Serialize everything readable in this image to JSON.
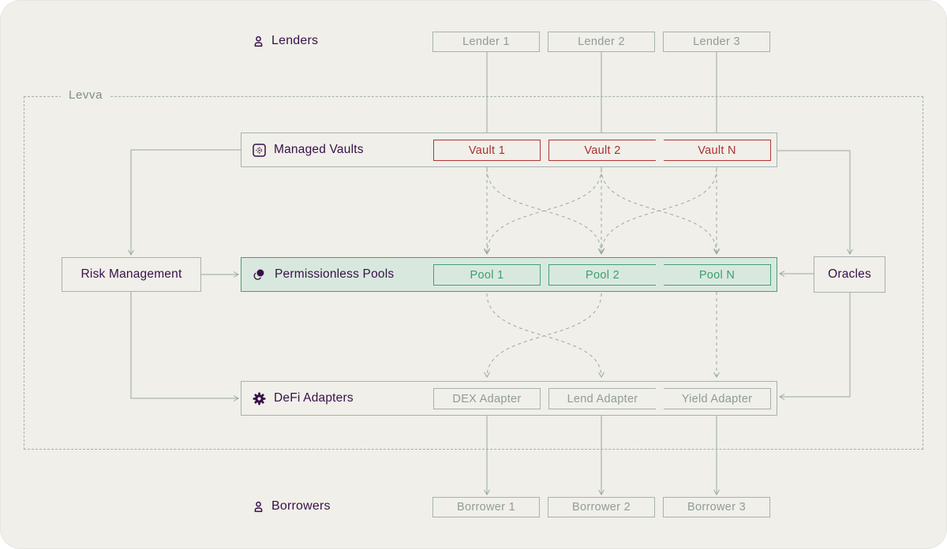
{
  "levva": {
    "label": "Levva"
  },
  "lenders": {
    "label": "Lenders",
    "items": [
      "Lender 1",
      "Lender 2",
      "Lender 3"
    ]
  },
  "vaults": {
    "title": "Managed Vaults",
    "items": [
      "Vault 1",
      "Vault 2",
      "Vault N"
    ]
  },
  "risk": {
    "label": "Risk Management"
  },
  "pools": {
    "title": "Permissionless Pools",
    "items": [
      "Pool 1",
      "Pool 2",
      "Pool N"
    ]
  },
  "oracles": {
    "label": "Oracles"
  },
  "adapters": {
    "title": "DeFi Adapters",
    "items": [
      "DEX Adapter",
      "Lend Adapter",
      "Yield Adapter"
    ]
  },
  "borrowers": {
    "label": "Borrowers",
    "items": [
      "Borrower 1",
      "Borrower 2",
      "Borrower 3"
    ]
  },
  "colors": {
    "background": "#f0efe9",
    "purple": "#371049",
    "red": "#b13434",
    "green": "#3d9e71",
    "green_fill": "#d9e8df",
    "gray_border": "#a7b2af",
    "gray_text": "#8f9c99",
    "line": "#9aa7a4"
  }
}
